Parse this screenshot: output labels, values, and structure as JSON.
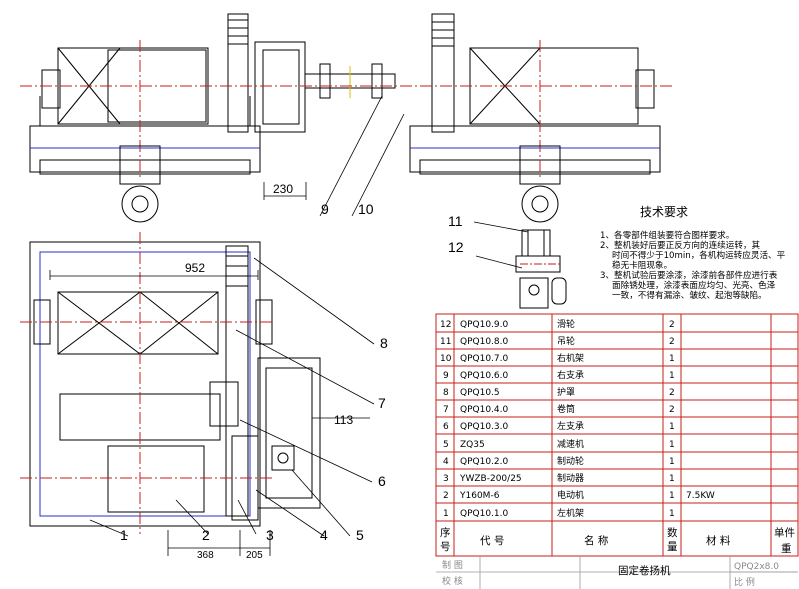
{
  "colors": {
    "line": "#000000",
    "hidden": "#2630c9",
    "center": "#c81e1e",
    "yellow": "#d8c200"
  },
  "dimensions": {
    "d230": "230",
    "d952": "952",
    "d113": "113",
    "d368": "368",
    "d205": "205"
  },
  "callouts": [
    "1",
    "2",
    "3",
    "4",
    "5",
    "6",
    "7",
    "8",
    "9",
    "10",
    "11",
    "12"
  ],
  "notes": {
    "title": "技术要求",
    "lines": [
      "1、各零部件组装要符合图样要求。",
      "2、整机装好后要正反方向的连续运转，其",
      "时间不得少于10min，各机构运转应灵活、平",
      "稳无卡阻现象。",
      "3、整机试验后要涂漆，涂漆前各部件应进行表",
      "面除锈处理，涂漆表面应均匀、光亮、色泽",
      "一致，不得有漏涂、皱纹、起泡等缺陷。"
    ]
  },
  "bom": {
    "rows": [
      {
        "no": "12",
        "code": "QPQ10.9.0",
        "name": "滑轮",
        "qty": "2",
        "material": ""
      },
      {
        "no": "11",
        "code": "QPQ10.8.0",
        "name": "吊轮",
        "qty": "2",
        "material": ""
      },
      {
        "no": "10",
        "code": "QPQ10.7.0",
        "name": "右机架",
        "qty": "1",
        "material": ""
      },
      {
        "no": "9",
        "code": "QPQ10.6.0",
        "name": "右支承",
        "qty": "1",
        "material": ""
      },
      {
        "no": "8",
        "code": "QPQ10.5",
        "name": "护罩",
        "qty": "2",
        "material": ""
      },
      {
        "no": "7",
        "code": "QPQ10.4.0",
        "name": "卷筒",
        "qty": "2",
        "material": ""
      },
      {
        "no": "6",
        "code": "QPQ10.3.0",
        "name": "左支承",
        "qty": "1",
        "material": ""
      },
      {
        "no": "5",
        "code": "ZQ35",
        "name": "减速机",
        "qty": "1",
        "material": ""
      },
      {
        "no": "4",
        "code": "QPQ10.2.0",
        "name": "制动轮",
        "qty": "1",
        "material": ""
      },
      {
        "no": "3",
        "code": "YWZB-200/25",
        "name": "制动器",
        "qty": "1",
        "material": ""
      },
      {
        "no": "2",
        "code": "Y160M-6",
        "name": "电动机",
        "qty": "1",
        "material": "7.5KW"
      },
      {
        "no": "1",
        "code": "QPQ10.1.0",
        "name": "左机架",
        "qty": "1",
        "material": ""
      }
    ],
    "header": {
      "no_a": "序",
      "no_b": "号",
      "code": "代    号",
      "name": "名    称",
      "qty_a": "数",
      "qty_b": "量",
      "material": "材    料",
      "unit_a": "单件",
      "unit_b": "重"
    }
  },
  "titleblock": {
    "drawn": "制  图",
    "checked": "校  核",
    "title": "固定卷扬机",
    "drawing_no": "QPQ2x8.0",
    "scale": "比  例"
  }
}
